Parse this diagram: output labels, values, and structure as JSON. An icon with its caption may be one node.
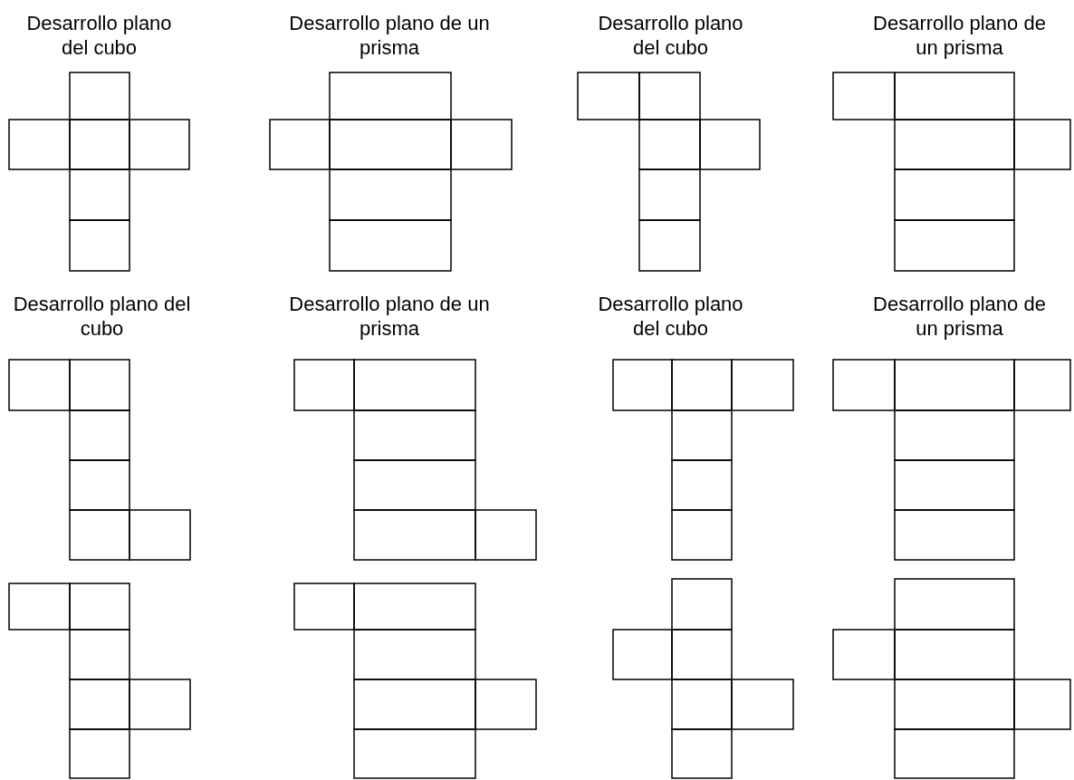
{
  "diagram": {
    "labels": [
      "Desarrollo plano del cubo",
      "Desarrollo plano de un prisma",
      "Desarrollo plano del cubo",
      "Desarrollo plano de un prisma",
      "Desarrollo plano del cubo",
      "Desarrollo plano de un prisma",
      "Desarrollo plano del cubo",
      "Desarrollo plano de un prisma"
    ]
  }
}
